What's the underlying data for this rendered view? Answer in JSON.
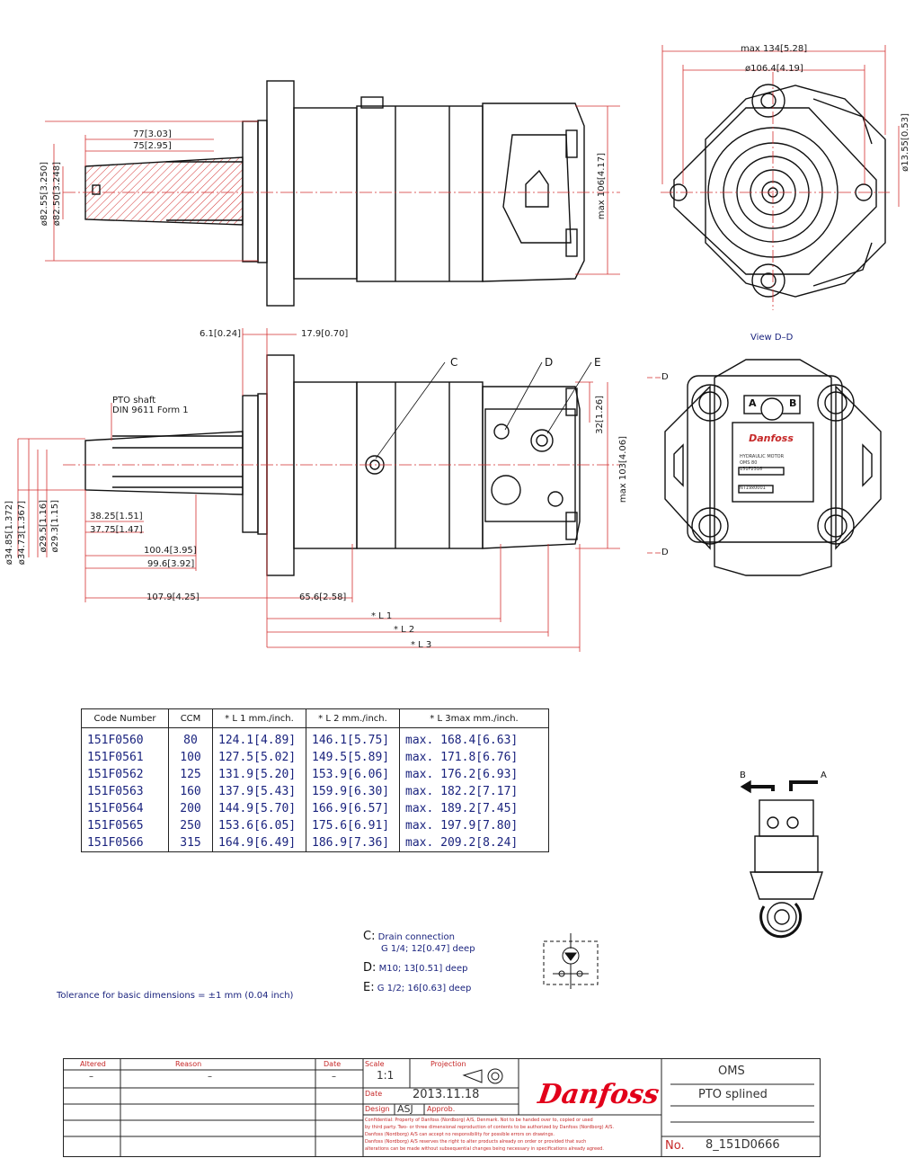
{
  "dims": {
    "max_134": "max  134[5.28]",
    "d106": "ø106.4[4.19]",
    "d13": "ø13.55[0.53]",
    "l77": "77[3.03]",
    "l75": "75[2.95]",
    "d82_55": "ø82.55[3.250]",
    "d82_50": "ø82.50[3.248]",
    "max106": "max  106[4.17]",
    "d6_1": "6.1[0.24]",
    "d17_9": "17.9[0.70]",
    "pto_shaft": "PTO  shaft",
    "din": "DIN  9611  Form  1",
    "d38_25": "38.25[1.51]",
    "d37_75": "37.75[1.47]",
    "d29_5": "ø29.5[1.16]",
    "d29_3": "ø29.3[1.15]",
    "d34_85": "ø34.85[1.372]",
    "d34_73": "ø34.73[1.367]",
    "d100_4": "100.4[3.95]",
    "d99_6": "99.6[3.92]",
    "d107_9": "107.9[4.25]",
    "d65_6": "65.6[2.58]",
    "l1": "* L 1",
    "l2": "* L 2",
    "l3": "* L 3",
    "d32": "32[1.26]",
    "max103": "max  103[4.06]",
    "view_dd": "View  D–D",
    "dd_top": "D",
    "dd_bottom": "D",
    "c": "C",
    "d": "D",
    "e": "E",
    "port_a": "A",
    "port_b": "B",
    "plate_a": "A",
    "plate_b": "B",
    "rot_a": "A",
    "rot_b": "B"
  },
  "plate": {
    "line1": "HYDRAULIC MOTOR",
    "line2": "OMS 80",
    "line3": "151F2316",
    "line4": "NT19x0001"
  },
  "table": {
    "headers": {
      "code": "Code  Number",
      "ccm": "CCM",
      "l1_star": "*",
      "l1": "L 1  mm./inch.",
      "l2_star": "*",
      "l2": "L 2  mm./inch.",
      "l3_star": "*",
      "l3": "L 3max  mm./inch."
    },
    "rows": [
      {
        "code": "151F0560",
        "ccm": "80",
        "l1": "124.1[4.89]",
        "l2": "146.1[5.75]",
        "l3": "max.  168.4[6.63]"
      },
      {
        "code": "151F0561",
        "ccm": "100",
        "l1": "127.5[5.02]",
        "l2": "149.5[5.89]",
        "l3": "max.  171.8[6.76]"
      },
      {
        "code": "151F0562",
        "ccm": "125",
        "l1": "131.9[5.20]",
        "l2": "153.9[6.06]",
        "l3": "max.  176.2[6.93]"
      },
      {
        "code": "151F0563",
        "ccm": "160",
        "l1": "137.9[5.43]",
        "l2": "159.9[6.30]",
        "l3": "max.  182.2[7.17]"
      },
      {
        "code": "151F0564",
        "ccm": "200",
        "l1": "144.9[5.70]",
        "l2": "166.9[6.57]",
        "l3": "max.  189.2[7.45]"
      },
      {
        "code": "151F0565",
        "ccm": "250",
        "l1": "153.6[6.05]",
        "l2": "175.6[6.91]",
        "l3": "max.  197.9[7.80]"
      },
      {
        "code": "151F0566",
        "ccm": "315",
        "l1": "164.9[6.49]",
        "l2": "186.9[7.36]",
        "l3": "max.  209.2[8.24]"
      }
    ]
  },
  "notes": {
    "c_key": "C:",
    "c_1": "Drain  connection",
    "c_2": "G  1/4;  12[0.47]  deep",
    "d_key": "D:",
    "d_1": "M10;  13[0.51]  deep",
    "e_key": "E:",
    "e_1": "G  1/2;  16[0.63]  deep",
    "tolerance": "Tolerance  for  basic  dimensions  =  ±1  mm  (0.04  inch)"
  },
  "title_block": {
    "altered": "Altered",
    "reason": "Reason",
    "date_h": "Date",
    "dash1": "–",
    "dash2": "–",
    "dash3": "–",
    "scale_label": "Scale",
    "scale": "1:1",
    "projection": "Projection",
    "date_label": "Date",
    "date": "2013.11.18",
    "design_label": "Design",
    "design": "ASJ",
    "approb": "Approb.",
    "conf1": "Confidential:  Property of Danfoss (Nordborg) A/S, Denmark. Not to be handed over to, copied or used",
    "conf2": "by third party. Two- or three dimensional reproduction of contents to be authorized by Danfoss (Nordborg) A/S.",
    "conf3": "Danfoss (Nordborg) A/S can accept no responsibility for possible errors on drawings.",
    "conf4": "Danfoss (Nordborg) A/S reserves the right to alter products already on order or provided that such",
    "conf5": "alterations can be made without subsequential changes being necessary in specifications already agreed.",
    "logo": "Danfoss",
    "title1": "OMS",
    "title2": "PTO  splined",
    "no_label": "No.",
    "number": "8_151D0666"
  },
  "colors": {
    "dim_red": "#d32f2f",
    "blue_text": "#1a237e",
    "logo_red": "#e2001a"
  }
}
